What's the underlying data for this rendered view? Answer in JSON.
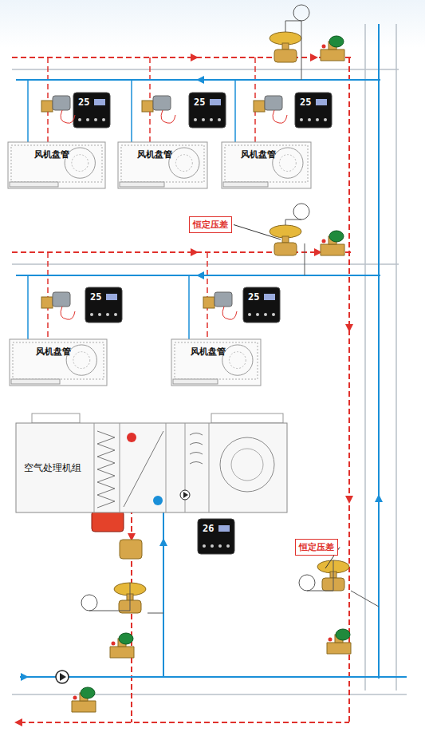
{
  "diagram": {
    "nodes": [
      {
        "text": [
          "风机盘管"
        ]
      },
      {
        "text": [
          "风机盘管"
        ]
      },
      {
        "text": [
          "风机盘管"
        ]
      },
      {
        "text": [
          "恒定压差"
        ]
      },
      {
        "text": [
          "风机盘管"
        ]
      },
      {
        "text": [
          "风机盘管"
        ]
      },
      {
        "text": [
          "空气处理机组"
        ]
      },
      {
        "text": [
          "恒定压差"
        ]
      }
    ],
    "labels": [
      "25",
      "25",
      "25",
      "25",
      "25",
      "26"
    ]
  }
}
